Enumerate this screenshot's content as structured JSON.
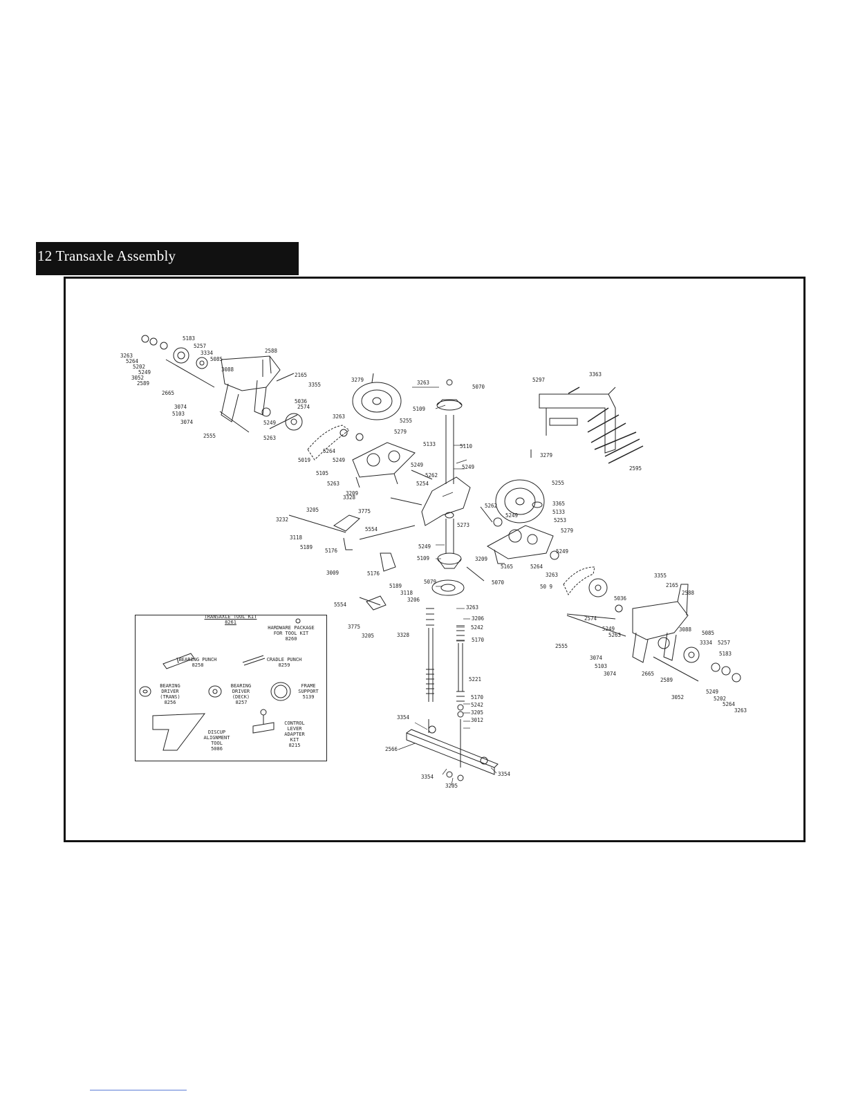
{
  "header": {
    "title": "12 Transaxle Assembly"
  },
  "tool_kit": {
    "title": "TRANSAXLE TOOL KIT",
    "number": "8261",
    "items": [
      {
        "label": "HARDWARE PACKAGE\nFOR TOOL KIT",
        "number": "8260"
      },
      {
        "label": "BEARING PUNCH",
        "number": "8258"
      },
      {
        "label": "CRADLE PUNCH",
        "number": "8259"
      },
      {
        "label": "BEARING\nDRIVER\n(TRANS)",
        "number": "8256"
      },
      {
        "label": "BEARING\nDRIVER\n(DECK)",
        "number": "8257"
      },
      {
        "label": "FRAME\nSUPPORT",
        "number": "5139"
      },
      {
        "label": "DISCUP\nALIGNMENT\nTOOL",
        "number": "5086"
      },
      {
        "label": "CONTROL\nLEVER\nADAPTER\nKIT",
        "number": "8215"
      }
    ]
  },
  "part_labels": [
    "3263",
    "5264",
    "5202",
    "5249",
    "3052",
    "2589",
    "5183",
    "5257",
    "3334",
    "5085",
    "3088",
    "2588",
    "2165",
    "3355",
    "2665",
    "5036",
    "2574",
    "3074",
    "5103",
    "3074",
    "5249",
    "5263",
    "2555",
    "3279",
    "5255",
    "3263",
    "5019",
    "5264",
    "5249",
    "5279",
    "5133",
    "5105",
    "5263",
    "3209",
    "5249",
    "5262",
    "3263",
    "5070",
    "5109",
    "5110",
    "5249",
    "5254",
    "5297",
    "3363",
    "2595",
    "3279",
    "5255",
    "3365",
    "5133",
    "5253",
    "5279",
    "5262",
    "5249",
    "3232",
    "3205",
    "3328",
    "3775",
    "5554",
    "3118",
    "5189",
    "5176",
    "3009",
    "5273",
    "5249",
    "5109",
    "5079",
    "5070",
    "3209",
    "5165",
    "5249",
    "5264",
    "3263",
    "50 9",
    "5176",
    "5189",
    "3118",
    "3206",
    "5554",
    "3775",
    "3205",
    "3328",
    "3263",
    "3206",
    "5242",
    "5170",
    "5221",
    "5170",
    "5242",
    "3205",
    "3012",
    "3354",
    "2566",
    "3354",
    "3205",
    "3354",
    "3355",
    "2165",
    "2588",
    "5036",
    "2574",
    "5249",
    "5263",
    "3088",
    "5085",
    "3334",
    "5257",
    "5183",
    "2555",
    "3074",
    "5103",
    "3074",
    "2665",
    "2589",
    "3052",
    "5249",
    "5202",
    "5264",
    "3263"
  ]
}
